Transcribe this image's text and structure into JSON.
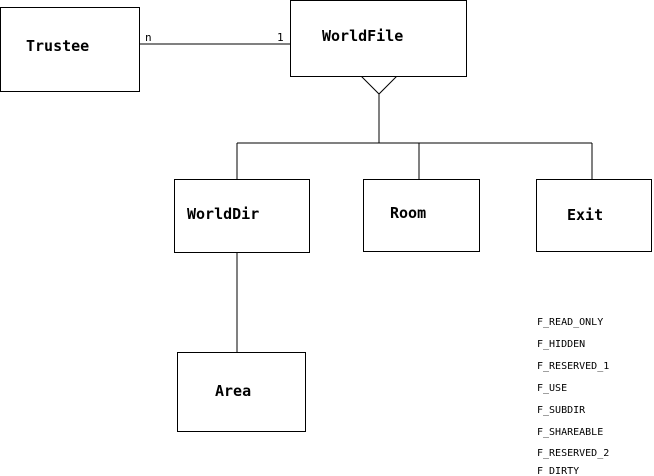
{
  "entities": {
    "trustee": "Trustee",
    "worldfile": "WorldFile",
    "worlddir": "WorldDir",
    "room": "Room",
    "exit": "Exit",
    "area": "Area"
  },
  "association": {
    "trustee_multiplicity": "n",
    "worldfile_multiplicity": "1"
  },
  "flags": [
    "F_READ_ONLY",
    "F_HIDDEN",
    "F_RESERVED_1",
    "F_USE",
    "F_SUBDIR",
    "F_SHAREABLE",
    "F_RESERVED_2",
    "F_DIRTY"
  ]
}
